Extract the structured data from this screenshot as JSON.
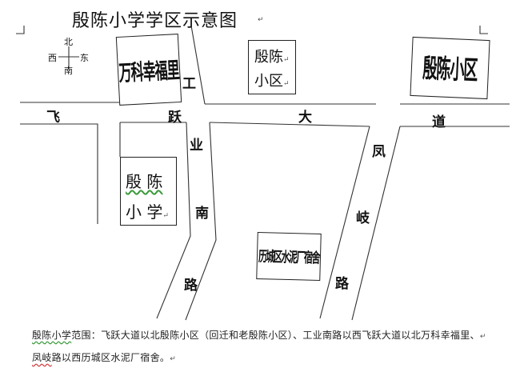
{
  "title": "殷陈小学学区示意图",
  "para_mark": "↵",
  "compass": {
    "north": "北",
    "south": "南",
    "east": "东",
    "west": "西"
  },
  "places": {
    "wanke": "万科幸福里",
    "yinchen_community_small": [
      "殷陈",
      "小区"
    ],
    "yinchen_community_large": "殷陈小区",
    "yinchen_school": [
      "殷 陈",
      "小 学"
    ],
    "cement_dorm": "历城区水泥厂宿舍"
  },
  "roads": {
    "feiyue": [
      "飞",
      "跃",
      "大",
      "道"
    ],
    "gongye": [
      "工",
      "业",
      "南",
      "路"
    ],
    "fengqi": [
      "凤",
      "岐",
      "路"
    ]
  },
  "caption": {
    "line1_a": "殷陈小学",
    "line1_b": "范围：飞跃大道以北殷陈小区（回迁和老殷陈小区）、工业南路以西飞跃大道以北万科幸福里、",
    "line2_a": "凤岐",
    "line2_b": "路以西历城区水泥厂宿舍。"
  }
}
